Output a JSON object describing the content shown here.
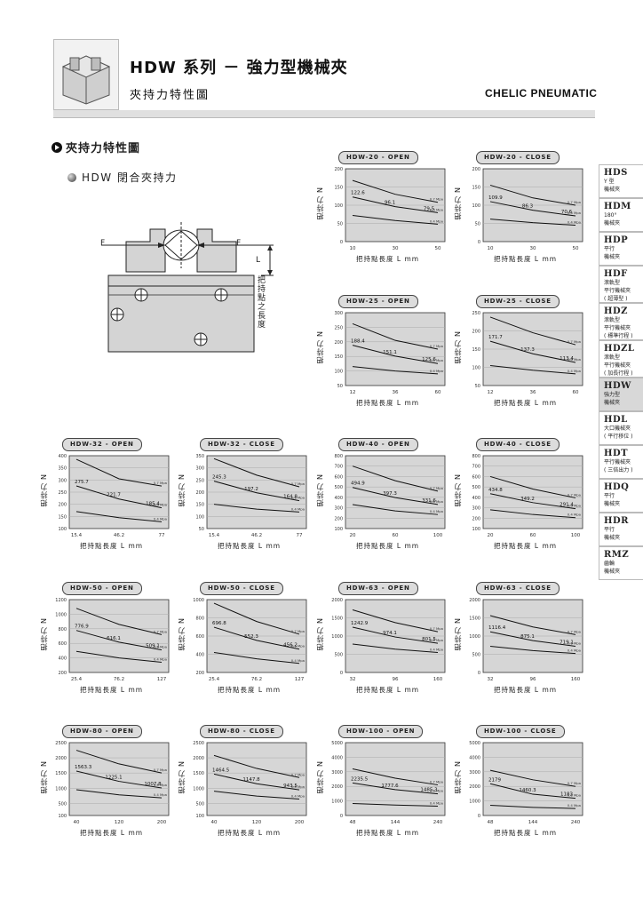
{
  "header": {
    "title": "HDW 系列 － 強力型機械夾",
    "subtitle": "夾持力特性圖",
    "brand": "CHELIC PNEUMATIC"
  },
  "section": {
    "title": "夾持力特性圖",
    "subtitle": "HDW 閉合夾持力"
  },
  "diagram": {
    "force_left": "F",
    "force_right": "F",
    "length_label": "L",
    "vertical_label": "把持點之長度"
  },
  "sidebar": {
    "items": [
      {
        "code": "HDS",
        "desc": "Y 型\n機械夾"
      },
      {
        "code": "HDM",
        "desc": "180°\n機械夾"
      },
      {
        "code": "HDP",
        "desc": "平行\n機械夾"
      },
      {
        "code": "HDF",
        "desc": "滾軌型\n平行機械夾\n( 超薄型 )"
      },
      {
        "code": "HDZ",
        "desc": "滾軌型\n平行機械夾\n( 標準行程 )"
      },
      {
        "code": "HDZL",
        "desc": "滾軌型\n平行機械夾\n( 加長行程 )"
      },
      {
        "code": "HDW",
        "desc": "強力型\n機械夾"
      },
      {
        "code": "HDL",
        "desc": "大口機械夾\n( 平行移位 )"
      },
      {
        "code": "HDT",
        "desc": "平行機械夾\n( 三倍出力 )"
      },
      {
        "code": "HDQ",
        "desc": "平行\n機械夾"
      },
      {
        "code": "HDR",
        "desc": "平行\n機械夾"
      },
      {
        "code": "RMZ",
        "desc": "齒輪\n機械夾"
      }
    ],
    "active_index": 6
  },
  "chart_labels": {
    "ylabel": "把持力 N",
    "xlabel": "把持點長度 L mm",
    "pressures": [
      "0.7 Mpa",
      "0.6 Mpa",
      "0.4 Mpa"
    ]
  },
  "chart_data": [
    {
      "type": "line",
      "title": "HDW-20 - OPEN",
      "ylim": [
        0,
        200
      ],
      "yticks": [
        0,
        50,
        100,
        150,
        200
      ],
      "xticks": [
        "10",
        "30",
        "50"
      ],
      "series": [
        {
          "name": "0.7 Mpa",
          "values": [
            168,
            130,
            108
          ]
        },
        {
          "name": "0.6 Mpa",
          "values": [
            122.6,
            96.1,
            79.5
          ]
        },
        {
          "name": "0.4 Mpa",
          "values": [
            72,
            58,
            48
          ]
        }
      ],
      "annotations": [
        "122.6",
        "96.1",
        "79.5"
      ]
    },
    {
      "type": "line",
      "title": "HDW-20 - CLOSE",
      "ylim": [
        0,
        200
      ],
      "yticks": [
        0,
        50,
        100,
        150,
        200
      ],
      "xticks": [
        "10",
        "30",
        "50"
      ],
      "series": [
        {
          "name": "0.7 Mpa",
          "values": [
            155,
            120,
            100
          ]
        },
        {
          "name": "0.6 Mpa",
          "values": [
            109.9,
            86.3,
            70.6
          ]
        },
        {
          "name": "0.4 Mpa",
          "values": [
            62,
            52,
            45
          ]
        }
      ],
      "annotations": [
        "109.9",
        "86.3",
        "70.6"
      ]
    },
    {
      "type": "line",
      "title": "HDW-25 - OPEN",
      "ylim": [
        50,
        300
      ],
      "yticks": [
        50,
        100,
        150,
        200,
        250,
        300
      ],
      "xticks": [
        "12",
        "36",
        "60"
      ],
      "series": [
        {
          "name": "0.7 Mpa",
          "values": [
            262,
            205,
            175
          ]
        },
        {
          "name": "0.6 Mpa",
          "values": [
            188.4,
            151.1,
            125.6
          ]
        },
        {
          "name": "0.4 Mpa",
          "values": [
            115,
            100,
            90
          ]
        }
      ],
      "annotations": [
        "188.4",
        "151.1",
        "125.6"
      ]
    },
    {
      "type": "line",
      "title": "HDW-25 - CLOSE",
      "ylim": [
        50,
        250
      ],
      "yticks": [
        50,
        100,
        150,
        200,
        250
      ],
      "xticks": [
        "12",
        "36",
        "60"
      ],
      "series": [
        {
          "name": "0.7 Mpa",
          "values": [
            238,
            195,
            162
          ]
        },
        {
          "name": "0.6 Mpa",
          "values": [
            171.7,
            137.3,
            113.4
          ]
        },
        {
          "name": "0.4 Mpa",
          "values": [
            105,
            92,
            82
          ]
        }
      ],
      "annotations": [
        "171.7",
        "137.3",
        "113.4"
      ]
    },
    {
      "type": "line",
      "title": "HDW-32 - OPEN",
      "ylim": [
        100,
        400
      ],
      "yticks": [
        100,
        150,
        200,
        250,
        300,
        350,
        400
      ],
      "xticks": [
        "15.4",
        "46.2",
        "77"
      ],
      "series": [
        {
          "name": "0.7 Mpa",
          "values": [
            385,
            305,
            275
          ]
        },
        {
          "name": "0.6 Mpa",
          "values": [
            275.7,
            221.7,
            185.4
          ]
        },
        {
          "name": "0.4 Mpa",
          "values": [
            170,
            145,
            128
          ]
        }
      ],
      "annotations": [
        "275.7",
        "221.7",
        "185.4"
      ]
    },
    {
      "type": "line",
      "title": "HDW-32 - CLOSE",
      "ylim": [
        50,
        350
      ],
      "yticks": [
        50,
        100,
        150,
        200,
        250,
        300,
        350
      ],
      "xticks": [
        "15.4",
        "46.2",
        "77"
      ],
      "series": [
        {
          "name": "0.7 Mpa",
          "values": [
            338,
            270,
            222
          ]
        },
        {
          "name": "0.6 Mpa",
          "values": [
            245.3,
            197.2,
            164.8
          ]
        },
        {
          "name": "0.4 Mpa",
          "values": [
            150,
            130,
            118
          ]
        }
      ],
      "annotations": [
        "245.3",
        "197.2",
        "164.8"
      ]
    },
    {
      "type": "line",
      "title": "HDW-40 - OPEN",
      "ylim": [
        100,
        800
      ],
      "yticks": [
        100,
        200,
        300,
        400,
        500,
        600,
        700,
        800
      ],
      "xticks": [
        "20",
        "60",
        "100"
      ],
      "series": [
        {
          "name": "0.7 Mpa",
          "values": [
            700,
            560,
            460
          ]
        },
        {
          "name": "0.6 Mpa",
          "values": [
            494.9,
            397.3,
            331.6
          ]
        },
        {
          "name": "0.4 Mpa",
          "values": [
            330,
            270,
            235
          ]
        }
      ],
      "annotations": [
        "494.9",
        "397.3",
        "331.6"
      ]
    },
    {
      "type": "line",
      "title": "HDW-40 - CLOSE",
      "ylim": [
        100,
        800
      ],
      "yticks": [
        100,
        200,
        300,
        400,
        500,
        600,
        700,
        800
      ],
      "xticks": [
        "20",
        "60",
        "100"
      ],
      "series": [
        {
          "name": "0.7 Mpa",
          "values": [
            600,
            480,
            395
          ]
        },
        {
          "name": "0.6 Mpa",
          "values": [
            434.8,
            349.2,
            291.4
          ]
        },
        {
          "name": "0.4 Mpa",
          "values": [
            280,
            235,
            205
          ]
        }
      ],
      "annotations": [
        "434.8",
        "349.2",
        "291.4"
      ]
    },
    {
      "type": "line",
      "title": "HDW-50 - OPEN",
      "ylim": [
        200,
        1200
      ],
      "yticks": [
        200,
        400,
        600,
        800,
        1000,
        1200
      ],
      "xticks": [
        "25.4",
        "76.2",
        "127"
      ],
      "series": [
        {
          "name": "0.7 Mpa",
          "values": [
            1080,
            860,
            720
          ]
        },
        {
          "name": "0.6 Mpa",
          "values": [
            776.9,
            616.1,
            509.1
          ]
        },
        {
          "name": "0.4 Mpa",
          "values": [
            490,
            400,
            340
          ]
        }
      ],
      "annotations": [
        "776.9",
        "616.1",
        "509.1"
      ]
    },
    {
      "type": "line",
      "title": "HDW-50 - CLOSE",
      "ylim": [
        200,
        1000
      ],
      "yticks": [
        200,
        400,
        600,
        800,
        1000
      ],
      "xticks": [
        "25.4",
        "76.2",
        "127"
      ],
      "series": [
        {
          "name": "0.7 Mpa",
          "values": [
            960,
            760,
            620
          ]
        },
        {
          "name": "0.6 Mpa",
          "values": [
            696.8,
            552.3,
            456.2
          ]
        },
        {
          "name": "0.4 Mpa",
          "values": [
            420,
            350,
            300
          ]
        }
      ],
      "annotations": [
        "696.8",
        "552.3",
        "456.2"
      ]
    },
    {
      "type": "line",
      "title": "HDW-63 - OPEN",
      "ylim": [
        0,
        2000
      ],
      "yticks": [
        0,
        500,
        1000,
        1500,
        2000
      ],
      "xticks": [
        "32",
        "96",
        "160"
      ],
      "series": [
        {
          "name": "0.7 Mpa",
          "values": [
            1720,
            1370,
            1120
          ]
        },
        {
          "name": "0.6 Mpa",
          "values": [
            1242.9,
            974.1,
            801.5
          ]
        },
        {
          "name": "0.4 Mpa",
          "values": [
            780,
            640,
            550
          ]
        }
      ],
      "annotations": [
        "1242.9",
        "974.1",
        "801.5"
      ]
    },
    {
      "type": "line",
      "title": "HDW-63 - CLOSE",
      "ylim": [
        0,
        2000
      ],
      "yticks": [
        0,
        500,
        1000,
        1500,
        2000
      ],
      "xticks": [
        "32",
        "96",
        "160"
      ],
      "series": [
        {
          "name": "0.7 Mpa",
          "values": [
            1560,
            1250,
            1040
          ]
        },
        {
          "name": "0.6 Mpa",
          "values": [
            1116.4,
            875.1,
            719.1
          ]
        },
        {
          "name": "0.4 Mpa",
          "values": [
            720,
            600,
            520
          ]
        }
      ],
      "annotations": [
        "1116.4",
        "875.1",
        "719.1"
      ]
    },
    {
      "type": "line",
      "title": "HDW-80 - OPEN",
      "ylim": [
        100,
        2500
      ],
      "yticks": [
        100,
        500,
        1000,
        1500,
        2000,
        2500
      ],
      "xticks": [
        "40",
        "120",
        "200"
      ],
      "series": [
        {
          "name": "0.7 Mpa",
          "values": [
            2250,
            1800,
            1500
          ]
        },
        {
          "name": "0.6 Mpa",
          "values": [
            1563.3,
            1225.1,
            1007.8
          ]
        },
        {
          "name": "0.4 Mpa",
          "values": [
            950,
            780,
            680
          ]
        }
      ],
      "annotations": [
        "1563.3",
        "1225.1",
        "1007.8"
      ]
    },
    {
      "type": "line",
      "title": "HDW-80 - CLOSE",
      "ylim": [
        100,
        2500
      ],
      "yticks": [
        100,
        500,
        1000,
        1500,
        2000,
        2500
      ],
      "xticks": [
        "40",
        "120",
        "200"
      ],
      "series": [
        {
          "name": "0.7 Mpa",
          "values": [
            2080,
            1650,
            1350
          ]
        },
        {
          "name": "0.6 Mpa",
          "values": [
            1464.5,
            1147.8,
            943.5
          ]
        },
        {
          "name": "0.4 Mpa",
          "values": [
            900,
            740,
            640
          ]
        }
      ],
      "annotations": [
        "1464.5",
        "1147.8",
        "943.5"
      ]
    },
    {
      "type": "line",
      "title": "HDW-100 - OPEN",
      "ylim": [
        0,
        5000
      ],
      "yticks": [
        0,
        1000,
        2000,
        3000,
        4000,
        5000
      ],
      "xticks": [
        "48",
        "144",
        "240"
      ],
      "series": [
        {
          "name": "0.7 Mpa",
          "values": [
            3200,
            2560,
            2100
          ]
        },
        {
          "name": "0.6 Mpa",
          "values": [
            2235.5,
            1777.6,
            1485.3
          ]
        },
        {
          "name": "0.4 Mpa",
          "values": [
            820,
            720,
            640
          ]
        }
      ],
      "annotations": [
        "2235.5",
        "1777.6",
        "1485.3"
      ]
    },
    {
      "type": "line",
      "title": "HDW-100 - CLOSE",
      "ylim": [
        0,
        5000
      ],
      "yticks": [
        0,
        1000,
        2000,
        3000,
        4000,
        5000
      ],
      "xticks": [
        "48",
        "144",
        "240"
      ],
      "series": [
        {
          "name": "0.7 Mpa",
          "values": [
            3100,
            2450,
            2000
          ]
        },
        {
          "name": "0.6 Mpa",
          "values": [
            2179,
            1460.3,
            1183
          ]
        },
        {
          "name": "0.4 Mpa",
          "values": [
            700,
            560,
            480
          ]
        }
      ],
      "annotations": [
        "2179",
        "1460.3",
        "1183"
      ]
    }
  ]
}
